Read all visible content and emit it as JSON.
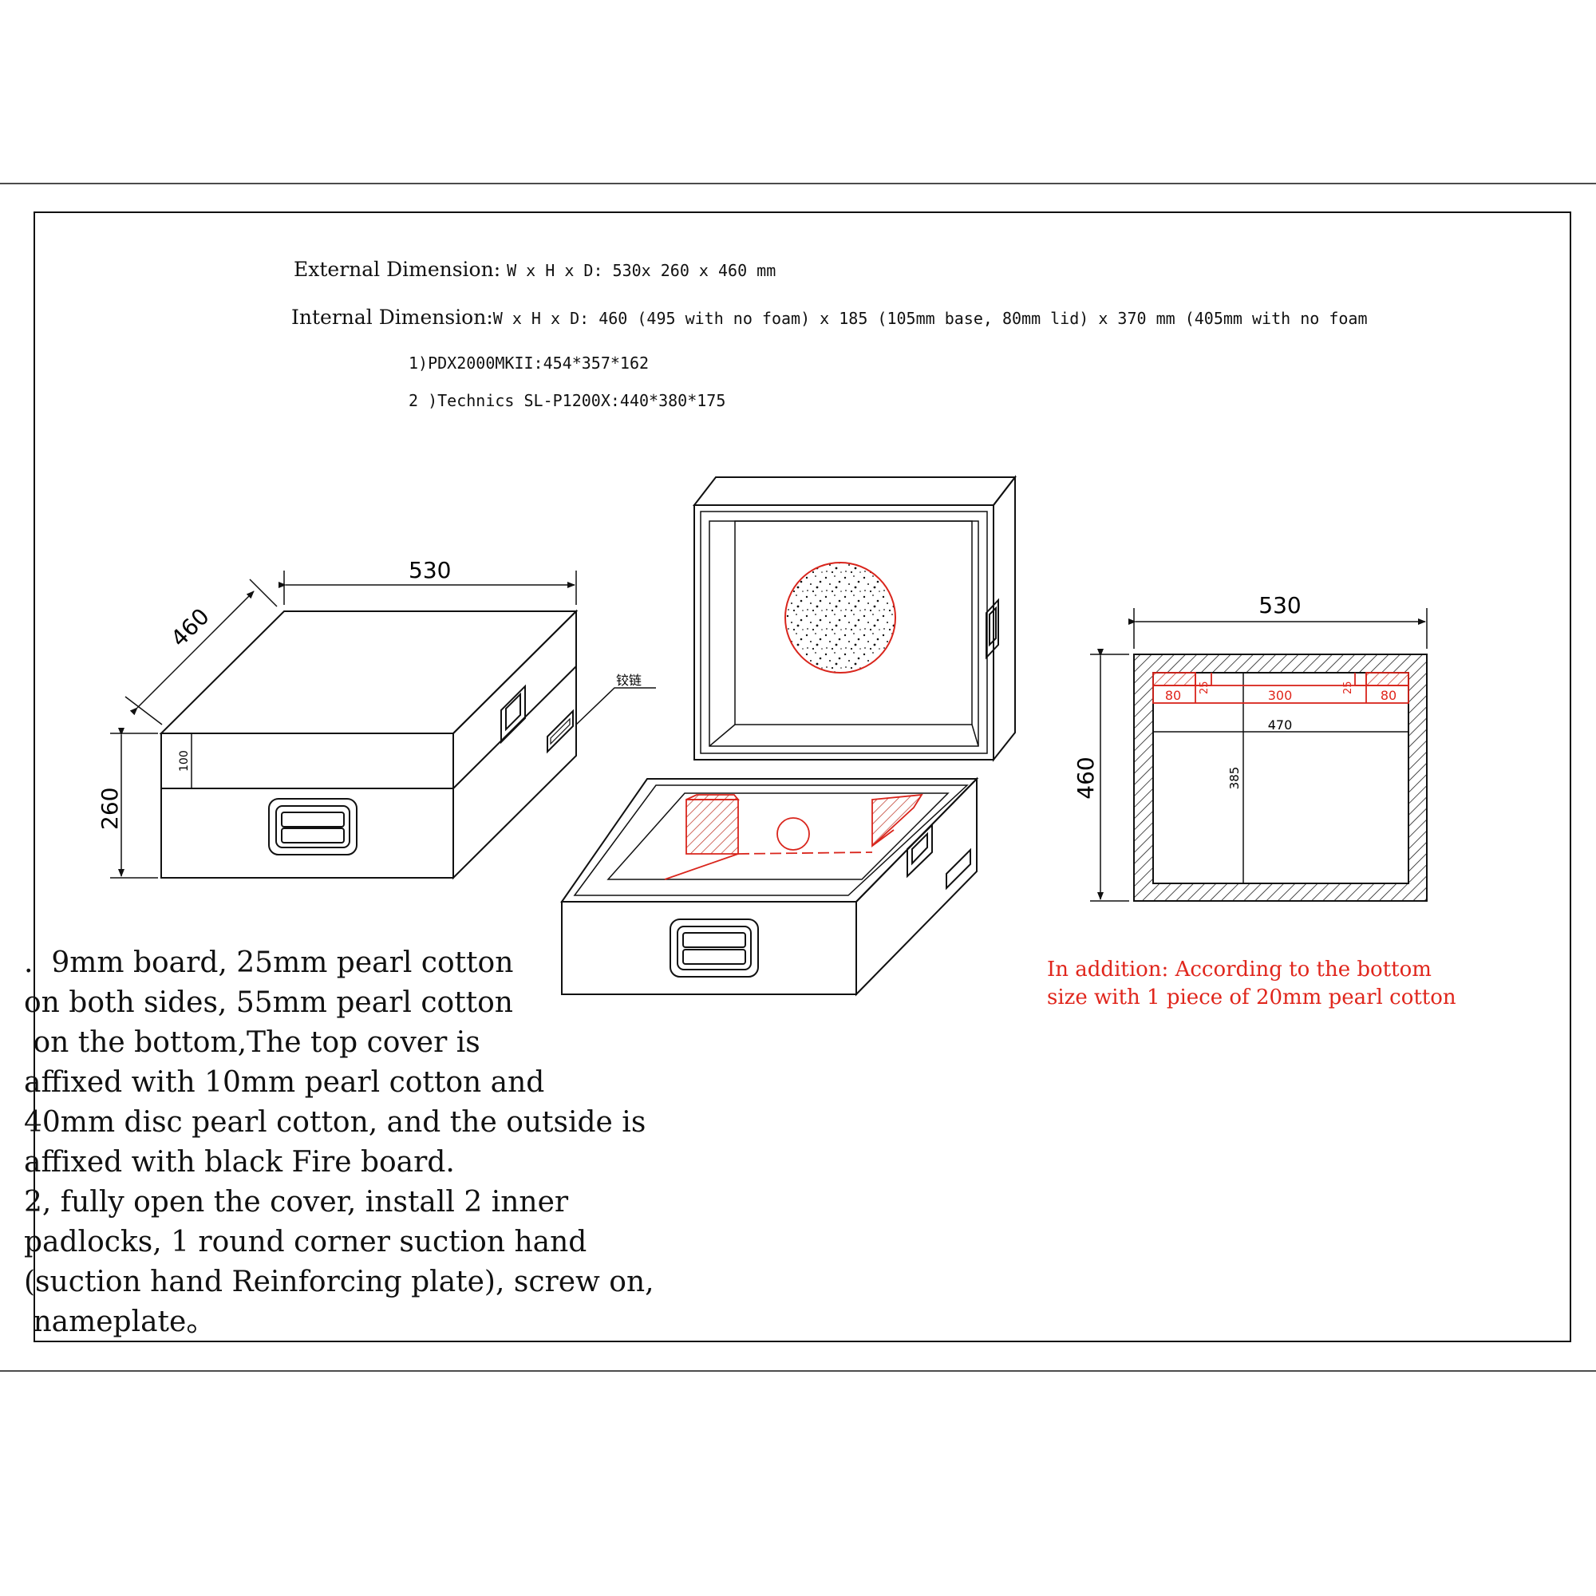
{
  "header": {
    "external_label": "External Dimension:",
    "external_value": "W x H x D: 530x 260 x 460 mm",
    "internal_label": "Internal Dimension:",
    "internal_value": "W x H x D: 460 (495 with no foam) x 185 (105mm base, 80mm lid) x 370 mm (405mm with no foam",
    "items": [
      "1)PDX2000MKII:454*357*162",
      "2 )Technics  SL-P1200X:440*380*175"
    ]
  },
  "closed_case": {
    "width": "530",
    "depth": "460",
    "height": "260",
    "lid_height": "100",
    "callout": "铰链"
  },
  "top_view": {
    "width": "530",
    "depth": "460",
    "left_block": "80",
    "center": "300",
    "right_block": "80",
    "left_small": "25",
    "right_small": "25",
    "inner_width": "470",
    "inner_depth": "385"
  },
  "notes": [
    ".  9mm board, 25mm pearl cotton",
    "on both sides, 55mm pearl cotton",
    " on the bottom,The top cover is",
    "affixed with 10mm pearl cotton and",
    "40mm disc pearl cotton, and the outside is",
    "affixed with black Fire board.",
    "2, fully open the cover, install 2 inner",
    "padlocks, 1 round corner suction hand",
    "(suction hand Reinforcing plate), screw on,",
    " nameplate。"
  ],
  "addition": [
    "In addition: According to the bottom",
    "size with 1 piece of 20mm pearl cotton"
  ],
  "colors": {
    "line": "#111111",
    "annotation": "#e0261c"
  }
}
